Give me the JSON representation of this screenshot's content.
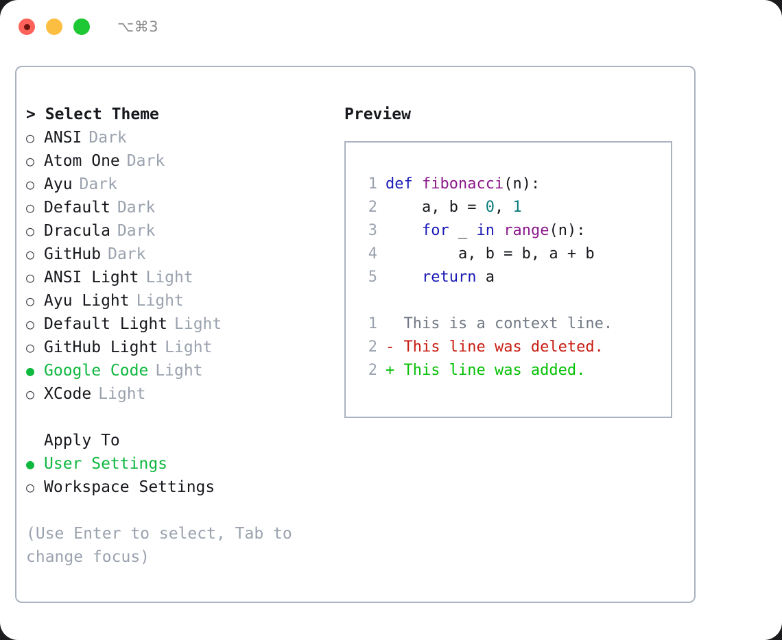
{
  "window": {
    "shortcut": "⌥⌘3",
    "traffic_lights": [
      {
        "name": "close",
        "color": "#ff6259",
        "active": true
      },
      {
        "name": "minimize",
        "color": "#fcbe40",
        "active": false
      },
      {
        "name": "maximize",
        "color": "#1ec734",
        "active": false
      }
    ]
  },
  "colors": {
    "accent_green": "#0fb83f",
    "panel_border": "#aab3c0",
    "muted_text": "#9aa2ae",
    "primary_text": "#16181d",
    "keyword_blue": "#1a1ab5",
    "function_magenta": "#8c1a8c",
    "number_teal": "#0d7c7c",
    "diff_delete_red": "#c81e14",
    "diff_add_green": "#06c006"
  },
  "theme_panel": {
    "heading": "Select Theme",
    "heading_caret": ">",
    "bullet_selected": "●",
    "bullet_unselected": "○",
    "items": [
      {
        "label": "ANSI",
        "category": "Dark",
        "selected": false
      },
      {
        "label": "Atom One",
        "category": "Dark",
        "selected": false
      },
      {
        "label": "Ayu",
        "category": "Dark",
        "selected": false
      },
      {
        "label": "Default",
        "category": "Dark",
        "selected": false
      },
      {
        "label": "Dracula",
        "category": "Dark",
        "selected": false
      },
      {
        "label": "GitHub",
        "category": "Dark",
        "selected": false
      },
      {
        "label": "ANSI Light",
        "category": "Light",
        "selected": false
      },
      {
        "label": "Ayu Light",
        "category": "Light",
        "selected": false
      },
      {
        "label": "Default Light",
        "category": "Light",
        "selected": false
      },
      {
        "label": "GitHub Light",
        "category": "Light",
        "selected": false
      },
      {
        "label": "Google Code",
        "category": "Light",
        "selected": true
      },
      {
        "label": "XCode",
        "category": "Light",
        "selected": false
      }
    ]
  },
  "apply_to": {
    "heading": "Apply To",
    "items": [
      {
        "label": "User Settings",
        "selected": true
      },
      {
        "label": "Workspace Settings",
        "selected": false
      }
    ]
  },
  "hint": "(Use Enter to select, Tab to change focus)",
  "preview": {
    "title": "Preview",
    "code_lines": [
      {
        "lineno": "1",
        "tokens": [
          {
            "text": "def ",
            "type": "kw"
          },
          {
            "text": "fibonacci",
            "type": "fn"
          },
          {
            "text": "(n):",
            "type": "txt"
          }
        ]
      },
      {
        "lineno": "2",
        "tokens": [
          {
            "text": "    a, b = ",
            "type": "txt"
          },
          {
            "text": "0",
            "type": "num"
          },
          {
            "text": ", ",
            "type": "txt"
          },
          {
            "text": "1",
            "type": "num"
          }
        ]
      },
      {
        "lineno": "3",
        "tokens": [
          {
            "text": "    ",
            "type": "txt"
          },
          {
            "text": "for",
            "type": "kw"
          },
          {
            "text": " _ ",
            "type": "txt"
          },
          {
            "text": "in",
            "type": "kw"
          },
          {
            "text": " ",
            "type": "txt"
          },
          {
            "text": "range",
            "type": "fn"
          },
          {
            "text": "(n):",
            "type": "txt"
          }
        ]
      },
      {
        "lineno": "4",
        "tokens": [
          {
            "text": "        a, b = b, a + b",
            "type": "txt"
          }
        ]
      },
      {
        "lineno": "5",
        "tokens": [
          {
            "text": "    ",
            "type": "txt"
          },
          {
            "text": "return",
            "type": "kw"
          },
          {
            "text": " a",
            "type": "txt"
          }
        ]
      }
    ],
    "diff_lines": [
      {
        "lineno": "1",
        "marker": " ",
        "text": "This is a context line.",
        "kind": "context"
      },
      {
        "lineno": "2",
        "marker": "-",
        "text": "This line was deleted.",
        "kind": "delete"
      },
      {
        "lineno": "2",
        "marker": "+",
        "text": "This line was added.",
        "kind": "add"
      }
    ]
  }
}
